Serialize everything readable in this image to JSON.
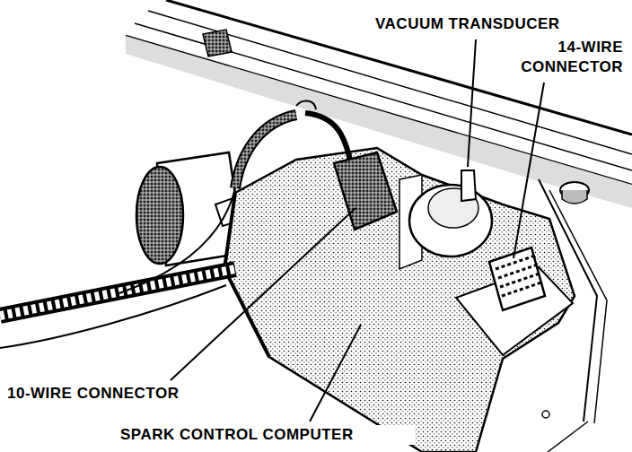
{
  "diagram": {
    "labels": [
      "VACUUM TRANSDUCER",
      "14-WIRE CONNECTOR",
      "10-WIRE CONNECTOR",
      "SPARK CONTROL COMPUTER"
    ]
  }
}
